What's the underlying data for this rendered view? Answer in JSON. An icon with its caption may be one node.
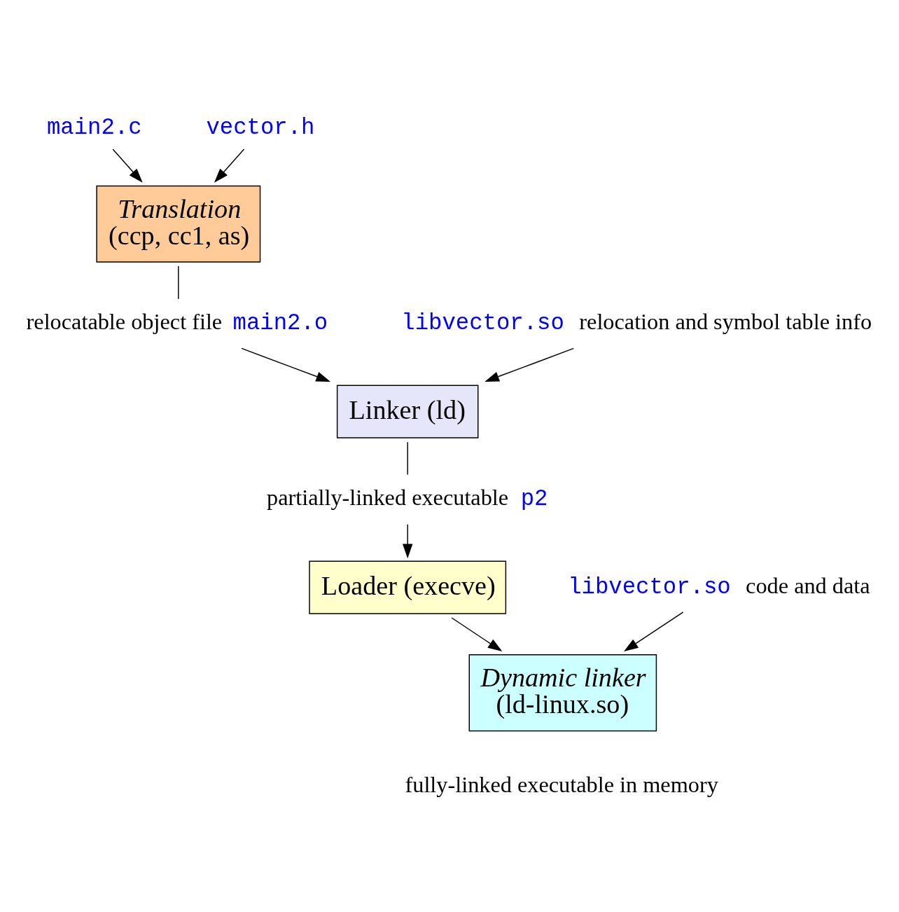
{
  "diagram": {
    "nodes": [
      {
        "text": [
          "main2.c"
        ]
      },
      {
        "text": [
          "vector.h"
        ]
      },
      {
        "text": [
          "Translation",
          "(ccp, cc1, as)"
        ]
      },
      {
        "text": [
          "main2.o"
        ],
        "beside": [
          "relocatable object file"
        ]
      },
      {
        "text": [
          "libvector.so"
        ],
        "beside": [
          "relocation and symbol table info"
        ]
      },
      {
        "text": [
          "Linker (ld)"
        ]
      },
      {
        "text": [
          "p2"
        ],
        "beside": [
          "partially-linked executable"
        ]
      },
      {
        "text": [
          "Loader (execve)"
        ]
      },
      {
        "text": [
          "libvector.so"
        ],
        "beside": [
          "code and data"
        ]
      },
      {
        "text": [
          "Dynamic linker",
          "(ld-linux.so)"
        ],
        "beside": [
          "fully-linked executable in memory"
        ]
      }
    ],
    "edges": [
      {
        "from": 0,
        "to": 2,
        "arrow": "to"
      },
      {
        "from": 1,
        "to": 2,
        "arrow": "to"
      },
      {
        "from": 2,
        "to": 3,
        "arrow": "none"
      },
      {
        "from": 3,
        "to": 5,
        "arrow": "to"
      },
      {
        "from": 4,
        "to": 5,
        "arrow": "to"
      },
      {
        "from": 5,
        "to": 6,
        "arrow": "none"
      },
      {
        "from": 6,
        "to": 7,
        "arrow": "to"
      },
      {
        "from": 7,
        "to": 9,
        "arrow": "to"
      },
      {
        "from": 8,
        "to": 9,
        "arrow": "to"
      }
    ]
  }
}
